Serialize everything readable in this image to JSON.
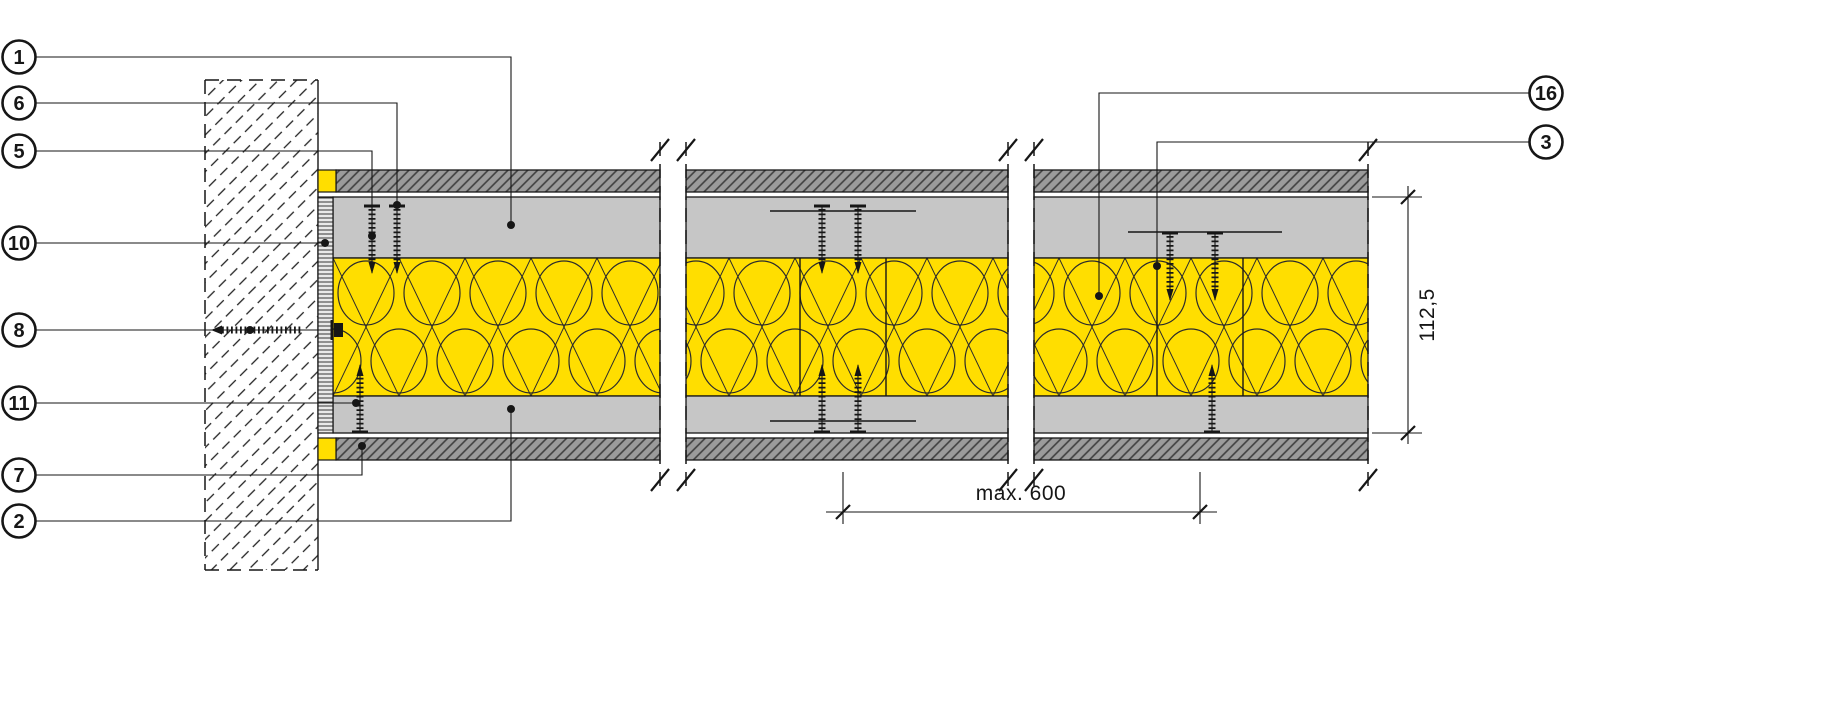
{
  "callouts": {
    "left": [
      {
        "id": "1"
      },
      {
        "id": "6"
      },
      {
        "id": "5"
      },
      {
        "id": "10"
      },
      {
        "id": "8"
      },
      {
        "id": "11"
      },
      {
        "id": "7"
      },
      {
        "id": "2"
      }
    ],
    "right": [
      {
        "id": "16"
      },
      {
        "id": "3"
      }
    ]
  },
  "dimensions": {
    "stud_spacing": "max. 600",
    "thickness": "112,5"
  },
  "colors": {
    "insulation": "#FFDE00",
    "board_face": "#C6C6C6",
    "board_edge_hatched": "#9B9B9B",
    "line": "#161616",
    "background": "#FFFFFF"
  }
}
